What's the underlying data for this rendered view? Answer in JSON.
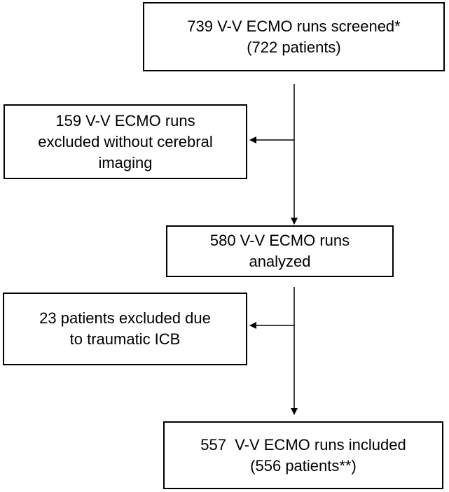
{
  "boxes": {
    "screened": {
      "line1": "739 V-V ECMO runs screened*",
      "line2": "(722 patients)"
    },
    "excluded_no_imaging": {
      "line1": "159 V-V ECMO runs",
      "line2": "excluded without cerebral",
      "line3": "imaging"
    },
    "analyzed": {
      "line1": "580 V-V ECMO runs",
      "line2": "analyzed"
    },
    "excluded_traumatic": {
      "line1": "23 patients excluded due",
      "line2": "to traumatic ICB"
    },
    "included": {
      "line1": "557  V-V ECMO runs included",
      "line2": "(556 patients**)"
    }
  },
  "colors": {
    "stroke": "#000000",
    "background": "#ffffff"
  }
}
